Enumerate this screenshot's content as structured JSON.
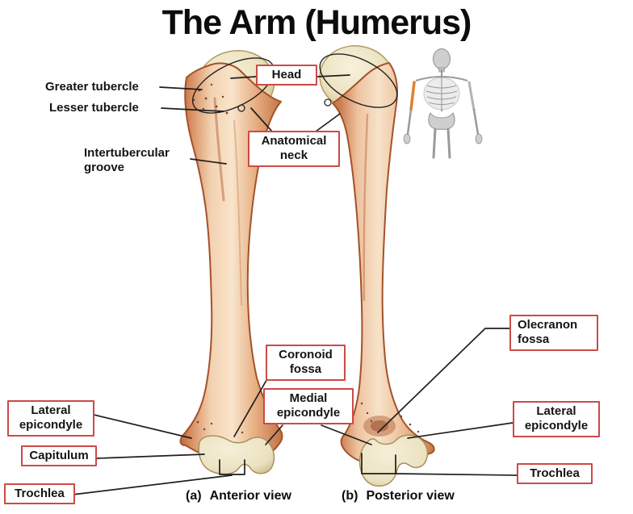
{
  "title": "The Arm (Humerus)",
  "labels": {
    "greater_tubercle": "Greater tubercle",
    "lesser_tubercle": "Lesser tubercle",
    "intertubercular_groove": "Intertubercular groove",
    "head": "Head",
    "anatomical_neck": "Anatomical neck",
    "olecranon_fossa": "Olecranon fossa",
    "coronoid_fossa": "Coronoid fossa",
    "medial_epicondyle": "Medial epicondyle",
    "lateral_epicondyle_anterior": "Lateral epicondyle",
    "capitulum": "Capitulum",
    "trochlea_anterior": "Trochlea",
    "lateral_epicondyle_posterior": "Lateral epicondyle",
    "trochlea_posterior": "Trochlea"
  },
  "captions": {
    "anterior_marker": "(a)",
    "anterior_text": "Anterior view",
    "posterior_marker": "(b)",
    "posterior_text": "Posterior view"
  },
  "colors": {
    "label_border": "#cd4a46",
    "leader_line": "#1f1f1f",
    "bone_outline": "#a5512a",
    "bone_shaft_light": "#f8e4ca",
    "bone_shaft_mid": "#d68a5c",
    "bone_shaft_dark": "#b8663c",
    "bone_head_cream": "#ece2c0",
    "skeleton_gray": "#9a9a9a",
    "skeleton_highlight": "#e0812c"
  }
}
